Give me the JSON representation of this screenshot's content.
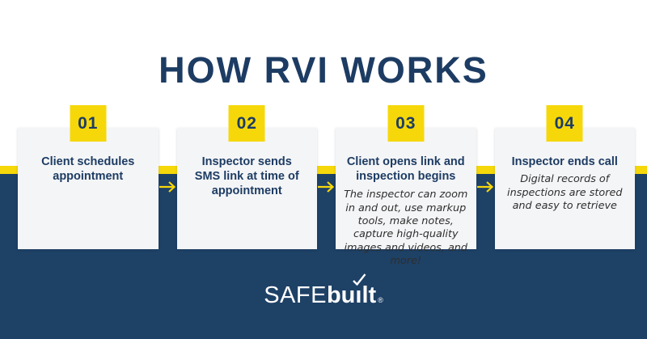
{
  "title": "HOW RVI WORKS",
  "steps": [
    {
      "number": "01",
      "heading": "Client schedules appointment"
    },
    {
      "number": "02",
      "heading": "Inspector sends SMS link at time of appointment"
    },
    {
      "number": "03",
      "heading": "Client opens link and inspection begins",
      "body": "The inspector can zoom in and out, use markup tools, make notes, capture high-quality images and videos, and more!"
    },
    {
      "number": "04",
      "heading": "Inspector ends call",
      "body": "Digital records of inspections are stored and easy to retrieve"
    }
  ],
  "logo": {
    "brand_primary": "SAFE",
    "brand_prefix": "bu",
    "brand_i": "ı",
    "brand_suffix": "lt",
    "registered_mark": "®"
  },
  "colors": {
    "navy_band": "#1E4166",
    "text_navy": "#1D3C63",
    "accent_yellow": "#F6D80A",
    "card_background": "#F4F5F7",
    "body_text": "#2E2E2E"
  }
}
